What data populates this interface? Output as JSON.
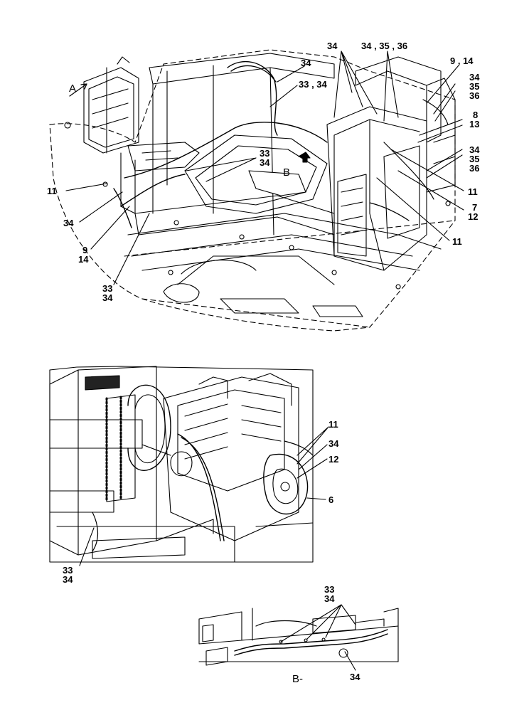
{
  "views": {
    "a": "A",
    "b": "B",
    "b_caption": "B-"
  },
  "top_callouts": {
    "c34_top": "34",
    "c34_35_36": "34 , 35 , 36",
    "c9_14_right": "9 , 14",
    "c34_r1": "34",
    "c35_r1": "35",
    "c36_r1": "36",
    "c8": "8",
    "c13": "13",
    "c34_r2": "34",
    "c35_r2": "35",
    "c36_r2": "36",
    "c11_r1": "11",
    "c7": "7",
    "c12_r": "12",
    "c11_r2": "11",
    "c34_hose": "34",
    "c33_34_top": "33 , 34",
    "c33_mid": "33",
    "c34_mid": "34",
    "c11_left": "11",
    "c34_left": "34",
    "c9_left": "9",
    "c14_left": "14",
    "c33_low": "33",
    "c34_low": "34"
  },
  "engine_callouts": {
    "c11": "11",
    "c34": "34",
    "c12": "12",
    "c6": "6",
    "c33": "33",
    "c34_b": "34"
  },
  "detail_callouts": {
    "c33": "33",
    "c34": "34",
    "c34_b": "34"
  }
}
